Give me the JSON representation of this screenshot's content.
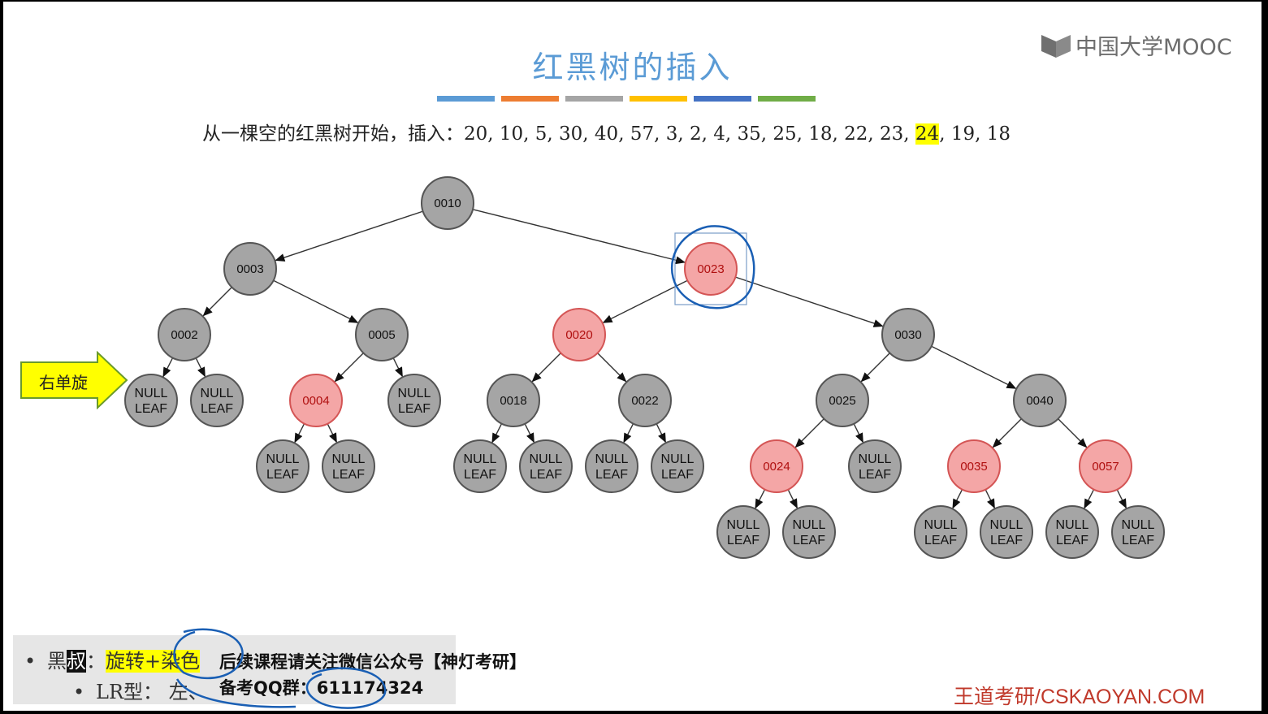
{
  "slide": {
    "title": "红黑树的插入",
    "brand": "中国大学MOOC",
    "color_bars": [
      "#5b9bd5",
      "#ed7d31",
      "#a5a5a5",
      "#ffc000",
      "#4472c4",
      "#70ad47"
    ],
    "sequence_prefix": "从一棵空的红黑树开始，插入：",
    "sequence_before": "20, 10, 5, 30, 40, 57, 3, 2, 4, 35, 25, 18, 22, 23, ",
    "sequence_highlight": "24",
    "sequence_after": ", 19, 18"
  },
  "colors": {
    "black_node": "#a5a5a5",
    "red_node": "#f4a6a6",
    "red_node_text": "#b01010",
    "highlight": "#ffff00",
    "annotation_ink": "#1a5fb4"
  },
  "tree": {
    "nodes": [
      {
        "id": "n10",
        "label": "0010",
        "color": "black"
      },
      {
        "id": "n3",
        "label": "0003",
        "color": "black"
      },
      {
        "id": "n23",
        "label": "0023",
        "color": "red"
      },
      {
        "id": "n2",
        "label": "0002",
        "color": "black"
      },
      {
        "id": "n5",
        "label": "0005",
        "color": "black"
      },
      {
        "id": "n20",
        "label": "0020",
        "color": "red"
      },
      {
        "id": "n30",
        "label": "0030",
        "color": "black"
      },
      {
        "id": "l1",
        "label": "NULL LEAF",
        "color": "black"
      },
      {
        "id": "l2",
        "label": "NULL LEAF",
        "color": "black"
      },
      {
        "id": "n4",
        "label": "0004",
        "color": "red"
      },
      {
        "id": "l3",
        "label": "NULL LEAF",
        "color": "black"
      },
      {
        "id": "n18",
        "label": "0018",
        "color": "black"
      },
      {
        "id": "n22",
        "label": "0022",
        "color": "black"
      },
      {
        "id": "n25",
        "label": "0025",
        "color": "black"
      },
      {
        "id": "n40",
        "label": "0040",
        "color": "black"
      },
      {
        "id": "l4",
        "label": "NULL LEAF",
        "color": "black"
      },
      {
        "id": "l5",
        "label": "NULL LEAF",
        "color": "black"
      },
      {
        "id": "l6",
        "label": "NULL LEAF",
        "color": "black"
      },
      {
        "id": "l7",
        "label": "NULL LEAF",
        "color": "black"
      },
      {
        "id": "l8",
        "label": "NULL LEAF",
        "color": "black"
      },
      {
        "id": "l9",
        "label": "NULL LEAF",
        "color": "black"
      },
      {
        "id": "n24",
        "label": "0024",
        "color": "red"
      },
      {
        "id": "l10",
        "label": "NULL LEAF",
        "color": "black"
      },
      {
        "id": "n35",
        "label": "0035",
        "color": "red"
      },
      {
        "id": "n57",
        "label": "0057",
        "color": "red"
      },
      {
        "id": "l11",
        "label": "NULL LEAF",
        "color": "black"
      },
      {
        "id": "l12",
        "label": "NULL LEAF",
        "color": "black"
      },
      {
        "id": "l13",
        "label": "NULL LEAF",
        "color": "black"
      },
      {
        "id": "l14",
        "label": "NULL LEAF",
        "color": "black"
      },
      {
        "id": "l15",
        "label": "NULL LEAF",
        "color": "black"
      },
      {
        "id": "l16",
        "label": "NULL LEAF",
        "color": "black"
      }
    ],
    "edges": [
      [
        "n10",
        "n3"
      ],
      [
        "n10",
        "n23"
      ],
      [
        "n3",
        "n2"
      ],
      [
        "n3",
        "n5"
      ],
      [
        "n23",
        "n20"
      ],
      [
        "n23",
        "n30"
      ],
      [
        "n2",
        "l1"
      ],
      [
        "n2",
        "l2"
      ],
      [
        "n5",
        "n4"
      ],
      [
        "n5",
        "l3"
      ],
      [
        "n20",
        "n18"
      ],
      [
        "n20",
        "n22"
      ],
      [
        "n30",
        "n25"
      ],
      [
        "n30",
        "n40"
      ],
      [
        "n4",
        "l4"
      ],
      [
        "n4",
        "l5"
      ],
      [
        "n18",
        "l6"
      ],
      [
        "n18",
        "l7"
      ],
      [
        "n22",
        "l8"
      ],
      [
        "n22",
        "l9"
      ],
      [
        "n25",
        "n24"
      ],
      [
        "n25",
        "l10"
      ],
      [
        "n40",
        "n35"
      ],
      [
        "n40",
        "n57"
      ],
      [
        "n24",
        "l11"
      ],
      [
        "n24",
        "l12"
      ],
      [
        "n35",
        "l13"
      ],
      [
        "n35",
        "l14"
      ],
      [
        "n57",
        "l15"
      ],
      [
        "n57",
        "l16"
      ]
    ],
    "circled_node": "n23"
  },
  "rotation_label": "右单旋",
  "bullets": {
    "line1_black": "黑",
    "line1_uncle": "叔",
    "line1_colon": "：",
    "line1_action": "旋转+染色",
    "line2": "LR型：  左、"
  },
  "notice": {
    "line1": "后续课程请关注微信公众号【神灯考研】",
    "line2": "备考QQ群：611174324"
  },
  "watermark": "王道考研/CSKAOYAN.COM"
}
